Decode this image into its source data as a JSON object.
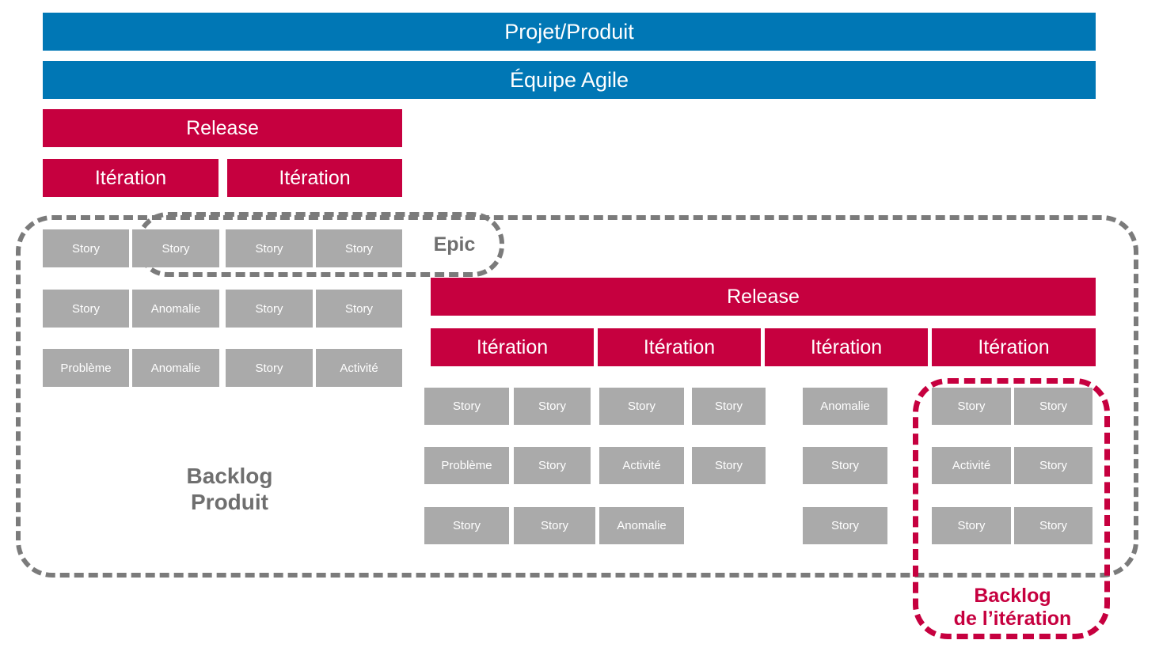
{
  "diagram": {
    "title_bars": [
      {
        "id": "projet-produit",
        "label": "Projet/Produit",
        "color": "#0077b5"
      },
      {
        "id": "equipe-agile",
        "label": "Équipe Agile",
        "color": "#0077b5"
      }
    ],
    "left_block": {
      "release": {
        "label": "Release",
        "color": "#c6003f"
      },
      "iterations": [
        {
          "label": "Itération"
        },
        {
          "label": "Itération"
        }
      ],
      "story_grid": {
        "rows": [
          [
            "Story",
            "Story",
            "Story",
            "Story"
          ],
          [
            "Story",
            "Anomalie",
            "Story",
            "Story"
          ],
          [
            "Problème",
            "Anomalie",
            "Story",
            "Activité"
          ]
        ]
      }
    },
    "epic": {
      "label": "Epic",
      "border_color": "#7b7b7b"
    },
    "right_block": {
      "release": {
        "label": "Release",
        "color": "#c6003f"
      },
      "iterations": [
        {
          "label": "Itération"
        },
        {
          "label": "Itération"
        },
        {
          "label": "Itération"
        },
        {
          "label": "Itération"
        }
      ],
      "story_grid": {
        "rows": [
          [
            "Story",
            "Story",
            "Story",
            "Story",
            "Anomalie",
            "Story",
            "Story"
          ],
          [
            "Problème",
            "Story",
            "Activité",
            "Story",
            "Story",
            "Activité",
            "Story"
          ],
          [
            "Story",
            "Story",
            "Anomalie",
            "",
            "Story",
            "Story",
            "Story"
          ]
        ]
      }
    },
    "backlog_produit": {
      "label": "Backlog\nProduit",
      "color": "#6f6f6f"
    },
    "backlog_iteration": {
      "label": "Backlog\nde l’itération",
      "color": "#c6003f"
    },
    "colors": {
      "blue": "#0077b5",
      "red": "#c6003f",
      "grey_story": "#aaaaaa",
      "grey_dash": "#7b7b7b",
      "grey_text": "#6f6f6f",
      "background": "#ffffff"
    }
  }
}
